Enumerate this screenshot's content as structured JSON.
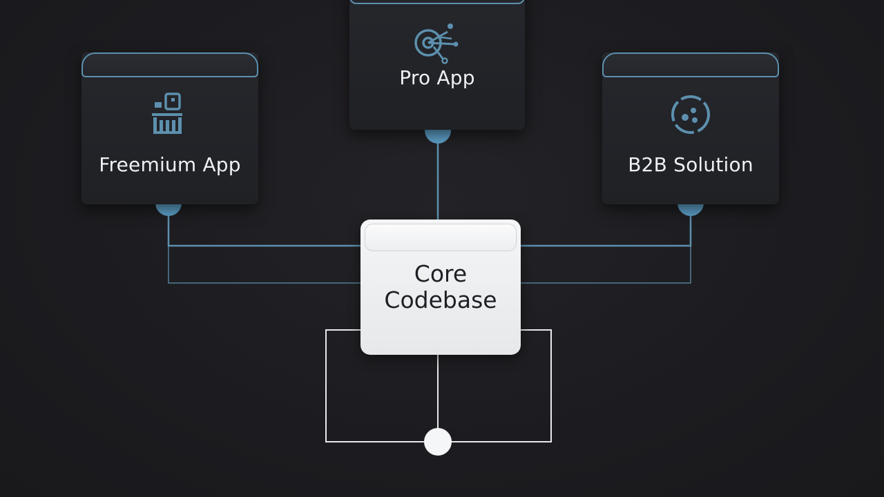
{
  "nodes": {
    "freemium": {
      "label": "Freemium App",
      "icon": "building-blocks-icon"
    },
    "pro": {
      "label": "Pro App",
      "icon": "target-network-icon"
    },
    "b2b": {
      "label": "B2B Solution",
      "icon": "cluster-circle-icon"
    },
    "core": {
      "line1": "Core",
      "line2": "Codebase"
    }
  },
  "colors": {
    "background": "#1c1c20",
    "accent": "#5d90ae",
    "connector_dot": "#5fa3cc",
    "core_fill": "#eceef0",
    "core_text": "#1d2024",
    "card_text": "#eef1f4"
  }
}
